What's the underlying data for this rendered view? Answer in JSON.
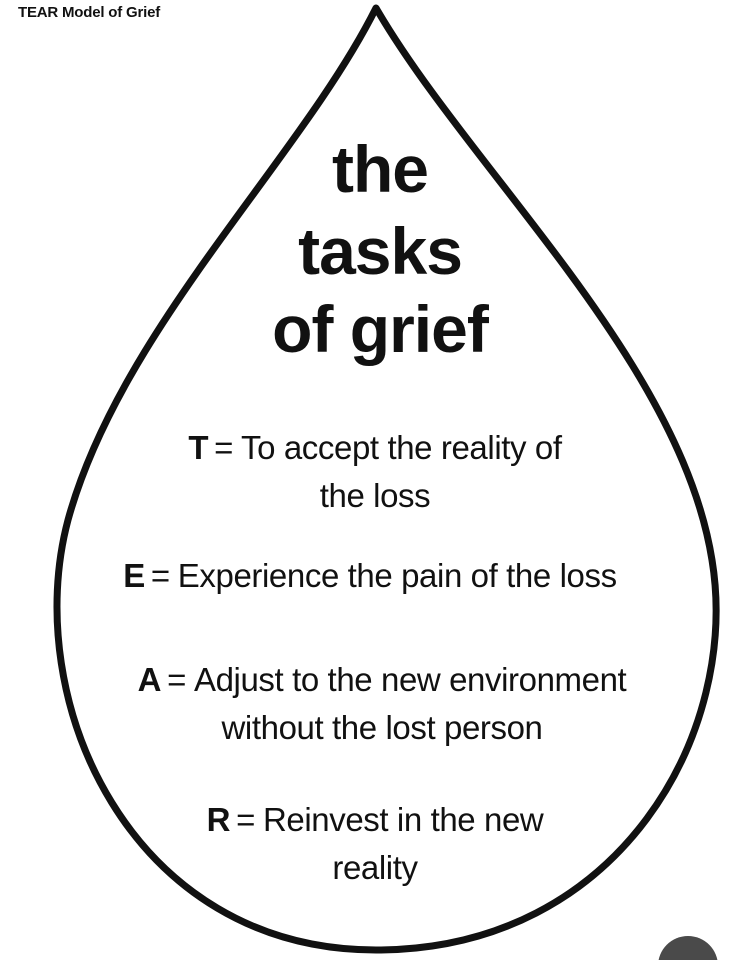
{
  "caption": "TEAR Model of Grief",
  "headline": {
    "line1": "the",
    "line2": "tasks",
    "line3": "of grief"
  },
  "items": [
    {
      "letter": "T",
      "equals": "=",
      "text_line1": "To accept the reality of",
      "text_line2": "the loss"
    },
    {
      "letter": "E",
      "equals": "=",
      "text_line1": "Experience the pain of the loss"
    },
    {
      "letter": "A",
      "equals": "=",
      "text_line1": "Adjust to the new environment",
      "text_line2": "without the lost person"
    },
    {
      "letter": "R",
      "equals": "=",
      "text_line1": "Reinvest in the new",
      "text_line2": "reality"
    }
  ],
  "colors": {
    "ink": "#111111",
    "background": "#ffffff"
  },
  "icons": {
    "shape": "teardrop-icon"
  }
}
